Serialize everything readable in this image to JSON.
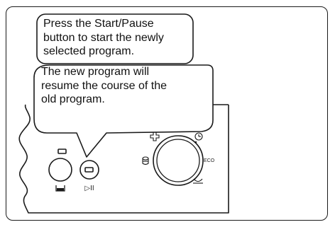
{
  "callout_top": {
    "lines": [
      "Press the Start/Pause",
      "button to start the newly",
      "selected program."
    ]
  },
  "callout_bottom": {
    "lines": [
      "The new program will",
      "resume the course of the",
      "old program."
    ]
  },
  "control_panel": {
    "start_pause_symbol": "▷II",
    "program_selector_label": "ECO"
  }
}
